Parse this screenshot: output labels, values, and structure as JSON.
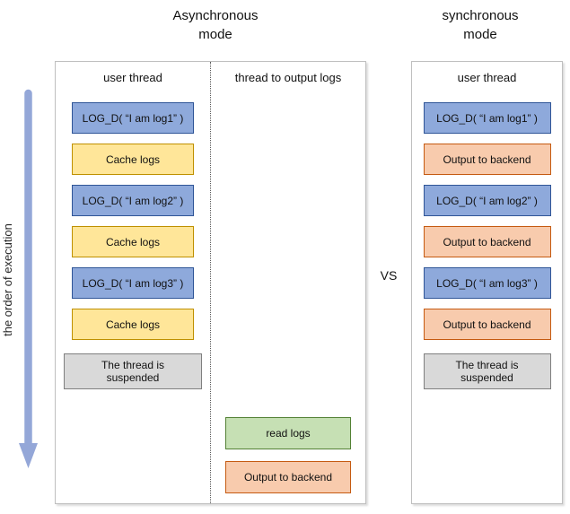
{
  "header": {
    "async_title": "Asynchronous\nmode",
    "sync_title": "synchronous\nmode",
    "vs_label": "VS"
  },
  "execution_axis": {
    "label": "the order of execution"
  },
  "async_panel": {
    "columns": [
      {
        "header": "user thread",
        "boxes": [
          {
            "label": "LOG_D( “I am log1” )",
            "kind": "log"
          },
          {
            "label": "Cache logs",
            "kind": "cache"
          },
          {
            "label": "LOG_D( “I am log2” )",
            "kind": "log"
          },
          {
            "label": "Cache logs",
            "kind": "cache"
          },
          {
            "label": "LOG_D( “I am log3” )",
            "kind": "log"
          },
          {
            "label": "Cache logs",
            "kind": "cache"
          },
          {
            "label": "The thread is\nsuspended",
            "kind": "suspended"
          }
        ]
      },
      {
        "header": "thread to output logs",
        "boxes": [
          {
            "label": "read logs",
            "kind": "read"
          },
          {
            "label": "Output to backend",
            "kind": "output"
          }
        ]
      }
    ]
  },
  "sync_panel": {
    "header": "user thread",
    "boxes": [
      {
        "label": "LOG_D( “I am log1” )",
        "kind": "log"
      },
      {
        "label": "Output to backend",
        "kind": "output"
      },
      {
        "label": "LOG_D( “I am log2” )",
        "kind": "log"
      },
      {
        "label": "Output to backend",
        "kind": "output"
      },
      {
        "label": "LOG_D( “I am log3” )",
        "kind": "log"
      },
      {
        "label": "Output to backend",
        "kind": "output"
      },
      {
        "label": "The thread is\nsuspended",
        "kind": "suspended"
      }
    ]
  },
  "colors": {
    "log": {
      "fill": "#8EA9DB",
      "border": "#2F5597"
    },
    "cache": {
      "fill": "#FFE699",
      "border": "#BF9000"
    },
    "output": {
      "fill": "#F8CBAD",
      "border": "#C55A11"
    },
    "read": {
      "fill": "#C6E0B4",
      "border": "#538135"
    },
    "suspended": {
      "fill": "#D9D9D9",
      "border": "#7F7F7F"
    },
    "arrow": "#94A7D8"
  }
}
